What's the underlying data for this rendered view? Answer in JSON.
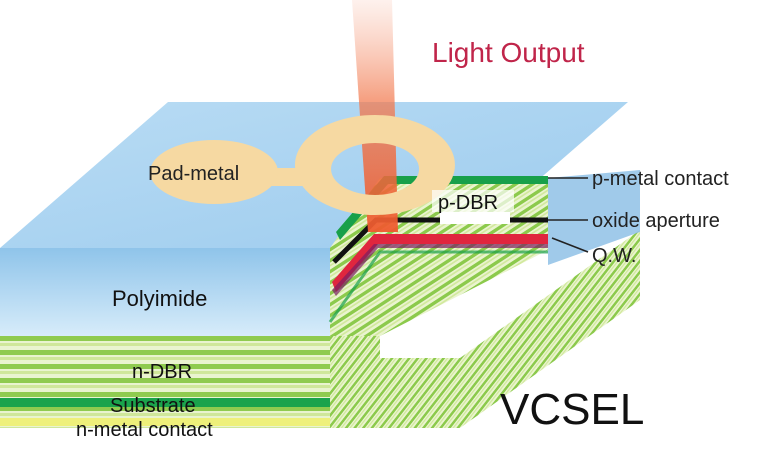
{
  "labels": {
    "light_output": "Light Output",
    "pad_metal": "Pad-metal",
    "polyimide": "Polyimide",
    "p_dbr": "p-DBR",
    "n_dbr": "n-DBR",
    "substrate": "Substrate",
    "n_metal_contact": "n-metal contact",
    "p_metal_contact": "p-metal contact",
    "oxide_aperture": "oxide aperture",
    "qw": "Q.W.",
    "vcsel": "VCSEL"
  },
  "colors": {
    "light_beam": "#f0623a",
    "light_label": "#c0254a",
    "polyimide_top": "#a9d3f0",
    "polyimide_front": "#c5e2f6",
    "polyimide_side": "#8cc0e6",
    "pad_metal": "#f6d9a2",
    "layer_green": "#7cc242",
    "layer_dark_green": "#18a04a",
    "layer_light": "#e4f1c2",
    "layer_yellow": "#eef07a",
    "active_red": "#e0263e",
    "oxide_black": "#111111"
  }
}
